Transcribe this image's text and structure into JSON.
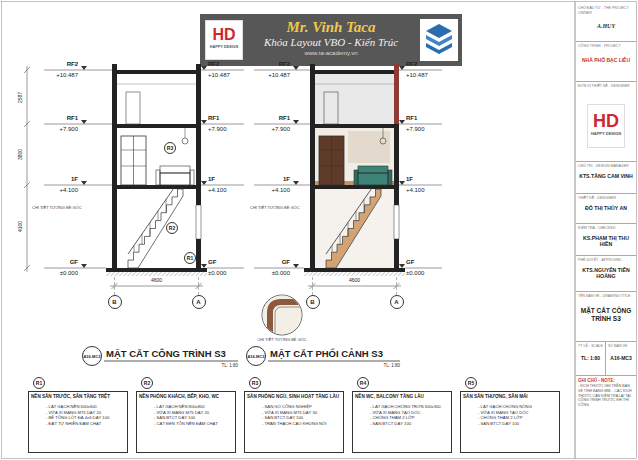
{
  "diagram": {
    "nodes": [
      {
        "text": [
          "Mr. Vinh Taca",
          "Khóa Layout VBO - Kiến Trúc",
          "www.ta-academy.vn"
        ]
      },
      {
        "text": [
          "HD",
          "HAPPY DESIGN"
        ],
        "in": 0
      },
      {
        "text": [
          "R3"
        ]
      },
      {
        "text": [
          "R2"
        ]
      },
      {
        "text": [
          "R1"
        ]
      },
      {
        "text": [
          "B"
        ]
      },
      {
        "text": [
          "A"
        ]
      },
      {
        "text": [
          "B"
        ]
      },
      {
        "text": [
          "A"
        ]
      },
      {
        "text": [
          "A16-MC3"
        ]
      },
      {
        "text": [
          "A16-MC3"
        ]
      },
      {
        "text": [
          "R1",
          "NỀN SÂN TRƯỚC, SÂN TẦNG TRỆT",
          "- LÁT GẠCH NỀN 600x600",
          "- VỮA XI MĂNG M75 DÀY 20",
          "- BÊ TÔNG LÓT ĐÁ 4x6 DÀY 100",
          "- ĐẤT TỰ NHIÊN ĐẦM CHẶT"
        ]
      },
      {
        "text": [
          "R2",
          "NỀN PHÒNG KHÁCH, BẾP, KHO, WC",
          "- LÁT GẠCH NỀN 800x800",
          "- VỮA XI MĂNG M75 DÀY 20",
          "- SÀN BTCT DÀY 100",
          "- CÁT ĐEN TÔN NỀN ĐẦM CHẶT"
        ]
      },
      {
        "text": [
          "R3",
          "SÀN PHÒNG NGỦ, SINH HOẠT TẦNG LẦU",
          "- SÀN GỖ CÔNG NGHIỆP",
          "- VỮA XI MĂNG M75 DÀY 30",
          "- SÀN BTCT DÀY 100",
          "- TRẦN THẠCH CAO KHUNG NỔI"
        ]
      },
      {
        "text": [
          "R4",
          "NỀN WC, BALCONY TẦNG LẦU",
          "- LÁT GẠCH CHỐNG TRƠN 300x300",
          "- VỮA XI MĂNG TẠO DỐC",
          "- CHỐNG THẤM 2 LỚP",
          "- SÀN BTCT DÀY 100"
        ]
      },
      {
        "text": [
          "R5",
          "SÀN SÂN THƯỢNG, SÂN MÁI",
          "- LÁT GẠCH CHỐNG NÓNG",
          "- VỮA XI MĂNG TẠO DỐC",
          "- CHỐNG THẤM 2 LỚP",
          "- SÀN BTCT DÀY 100"
        ]
      },
      {
        "text": [
          "CHỦ ĐẦU TƯ - THE PROJECT OWNER",
          "A.HUY"
        ]
      },
      {
        "text": [
          "CÔNG TRÌNH - PROJECT",
          "NHÀ PHỐ BẠC LIÊU"
        ]
      },
      {
        "text": [
          "ĐƠN VỊ THIẾT KẾ - DESIGNER"
        ]
      },
      {
        "text": [
          "HD",
          "HAPPY DESIGN"
        ],
        "in": 18
      },
      {
        "text": [
          "CHỦ TRÌ - DESIGN MANAGER",
          "KTS.TĂNG CẨM VINH"
        ]
      },
      {
        "text": [
          "THIẾT KẾ - DESIGNER",
          "ĐỖ THỊ THÙY AN"
        ]
      },
      {
        "text": [
          "KIỂM TRA - CHECKED",
          "KS.PHẠM THỊ THU HIỀN"
        ]
      },
      {
        "text": [
          "PHÊ DUYỆT - APPROVED",
          "KTS.NGUYỄN TIẾN HOÀNG"
        ]
      },
      {
        "text": [
          "TÊN BẢN VẼ - DRAWING TITLE",
          "MẶT CẮT CÔNG TRÌNH S3"
        ]
      },
      {
        "text": [
          "TỶ LỆ - SCALE",
          "TL: 1:80"
        ]
      },
      {
        "text": [
          "SỐ BẢN VẼ",
          "A16-MC3"
        ]
      },
      {
        "text": [
          "GHI CHÚ - NOTE:",
          "- KÍCH THƯỚC GHI TRÊN BẢN VẼ TÍNH BẰNG MM. - CÁC KÍCH THƯỚC CẦN KIỂM TRA LẠI TẠI CÔNG TRÌNH TRƯỚC KHI THI CÔNG."
        ]
      }
    ],
    "labels": [
      "RF2",
      "+10.487",
      "RF1",
      "+7.900",
      "1F",
      "+4.100",
      "GF",
      "±0.000",
      "RF2",
      "+10.487",
      "RF1",
      "+7.900",
      "1F",
      "+4.100",
      "GF",
      "±0.000",
      "RF2",
      "+10.487",
      "RF1",
      "+7.900",
      "1F",
      "+4.100",
      "GF",
      "±0.000",
      "RF2",
      "+10.487",
      "RF1",
      "+7.900",
      "1F",
      "+4.100",
      "GF",
      "±0.000",
      "2587",
      "3800",
      "4100",
      "4600",
      "4600",
      "CHI TIẾT TƯỜNG BÈ GÓC",
      "CHI TIẾT TƯỜNG BÈ GÓC",
      "CHI TIẾT TƯỜNG BÈ GÓC",
      "MẶT CẮT CÔNG TRÌNH S3",
      "TL: 1:80",
      "MẶT CẮT PHỐI CẢNH S3",
      "TL: 1:80"
    ]
  }
}
